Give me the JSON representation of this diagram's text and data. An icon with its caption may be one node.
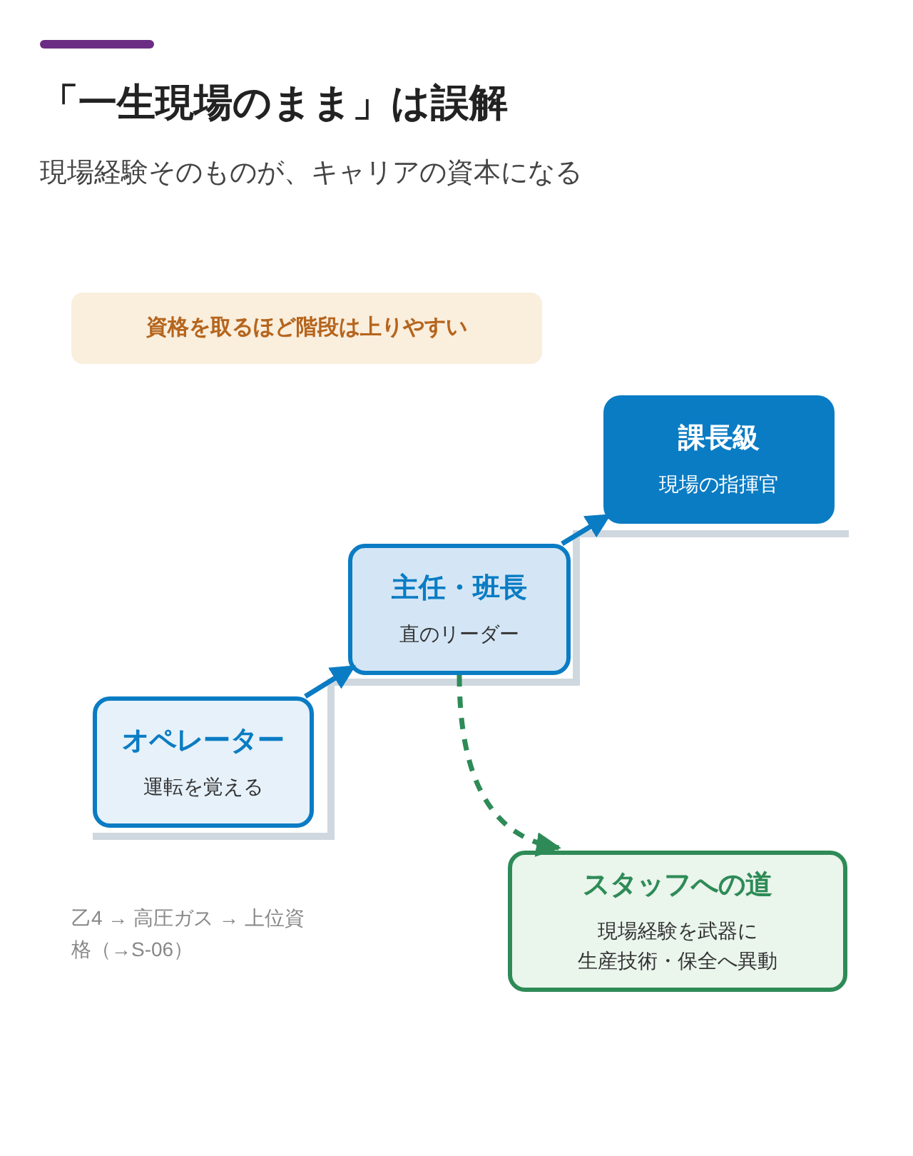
{
  "diagram": {
    "title": "「一生現場のまま」は**誤解**",
    "nodes": [
      {
        "text": [
          "資格を取るほど階段は上りやすい"
        ]
      },
      {
        "text": [
          "オペレーター",
          "運転を覚える"
        ]
      },
      {
        "text": [
          "主任・班長",
          "直のリーダー"
        ]
      },
      {
        "text": [
          "課長級",
          "現場の指揮官"
        ]
      },
      {
        "text": [
          "スタッフへの道",
          "現場経験を武器に",
          "生産技術・保全へ異動"
        ]
      }
    ],
    "edges": [
      {
        "from": 1,
        "to": 2,
        "arrow": "to"
      },
      {
        "from": 2,
        "to": 3,
        "arrow": "to"
      },
      {
        "from": 2,
        "to": 4,
        "arrow": "to",
        "style": "dashed",
        "color": "#2e8b57"
      }
    ],
    "labels": [
      "現場経験そのものが、キャリアの資本になる",
      "乙4 → 高圧ガス → 上位資格（→S-06）"
    ]
  }
}
